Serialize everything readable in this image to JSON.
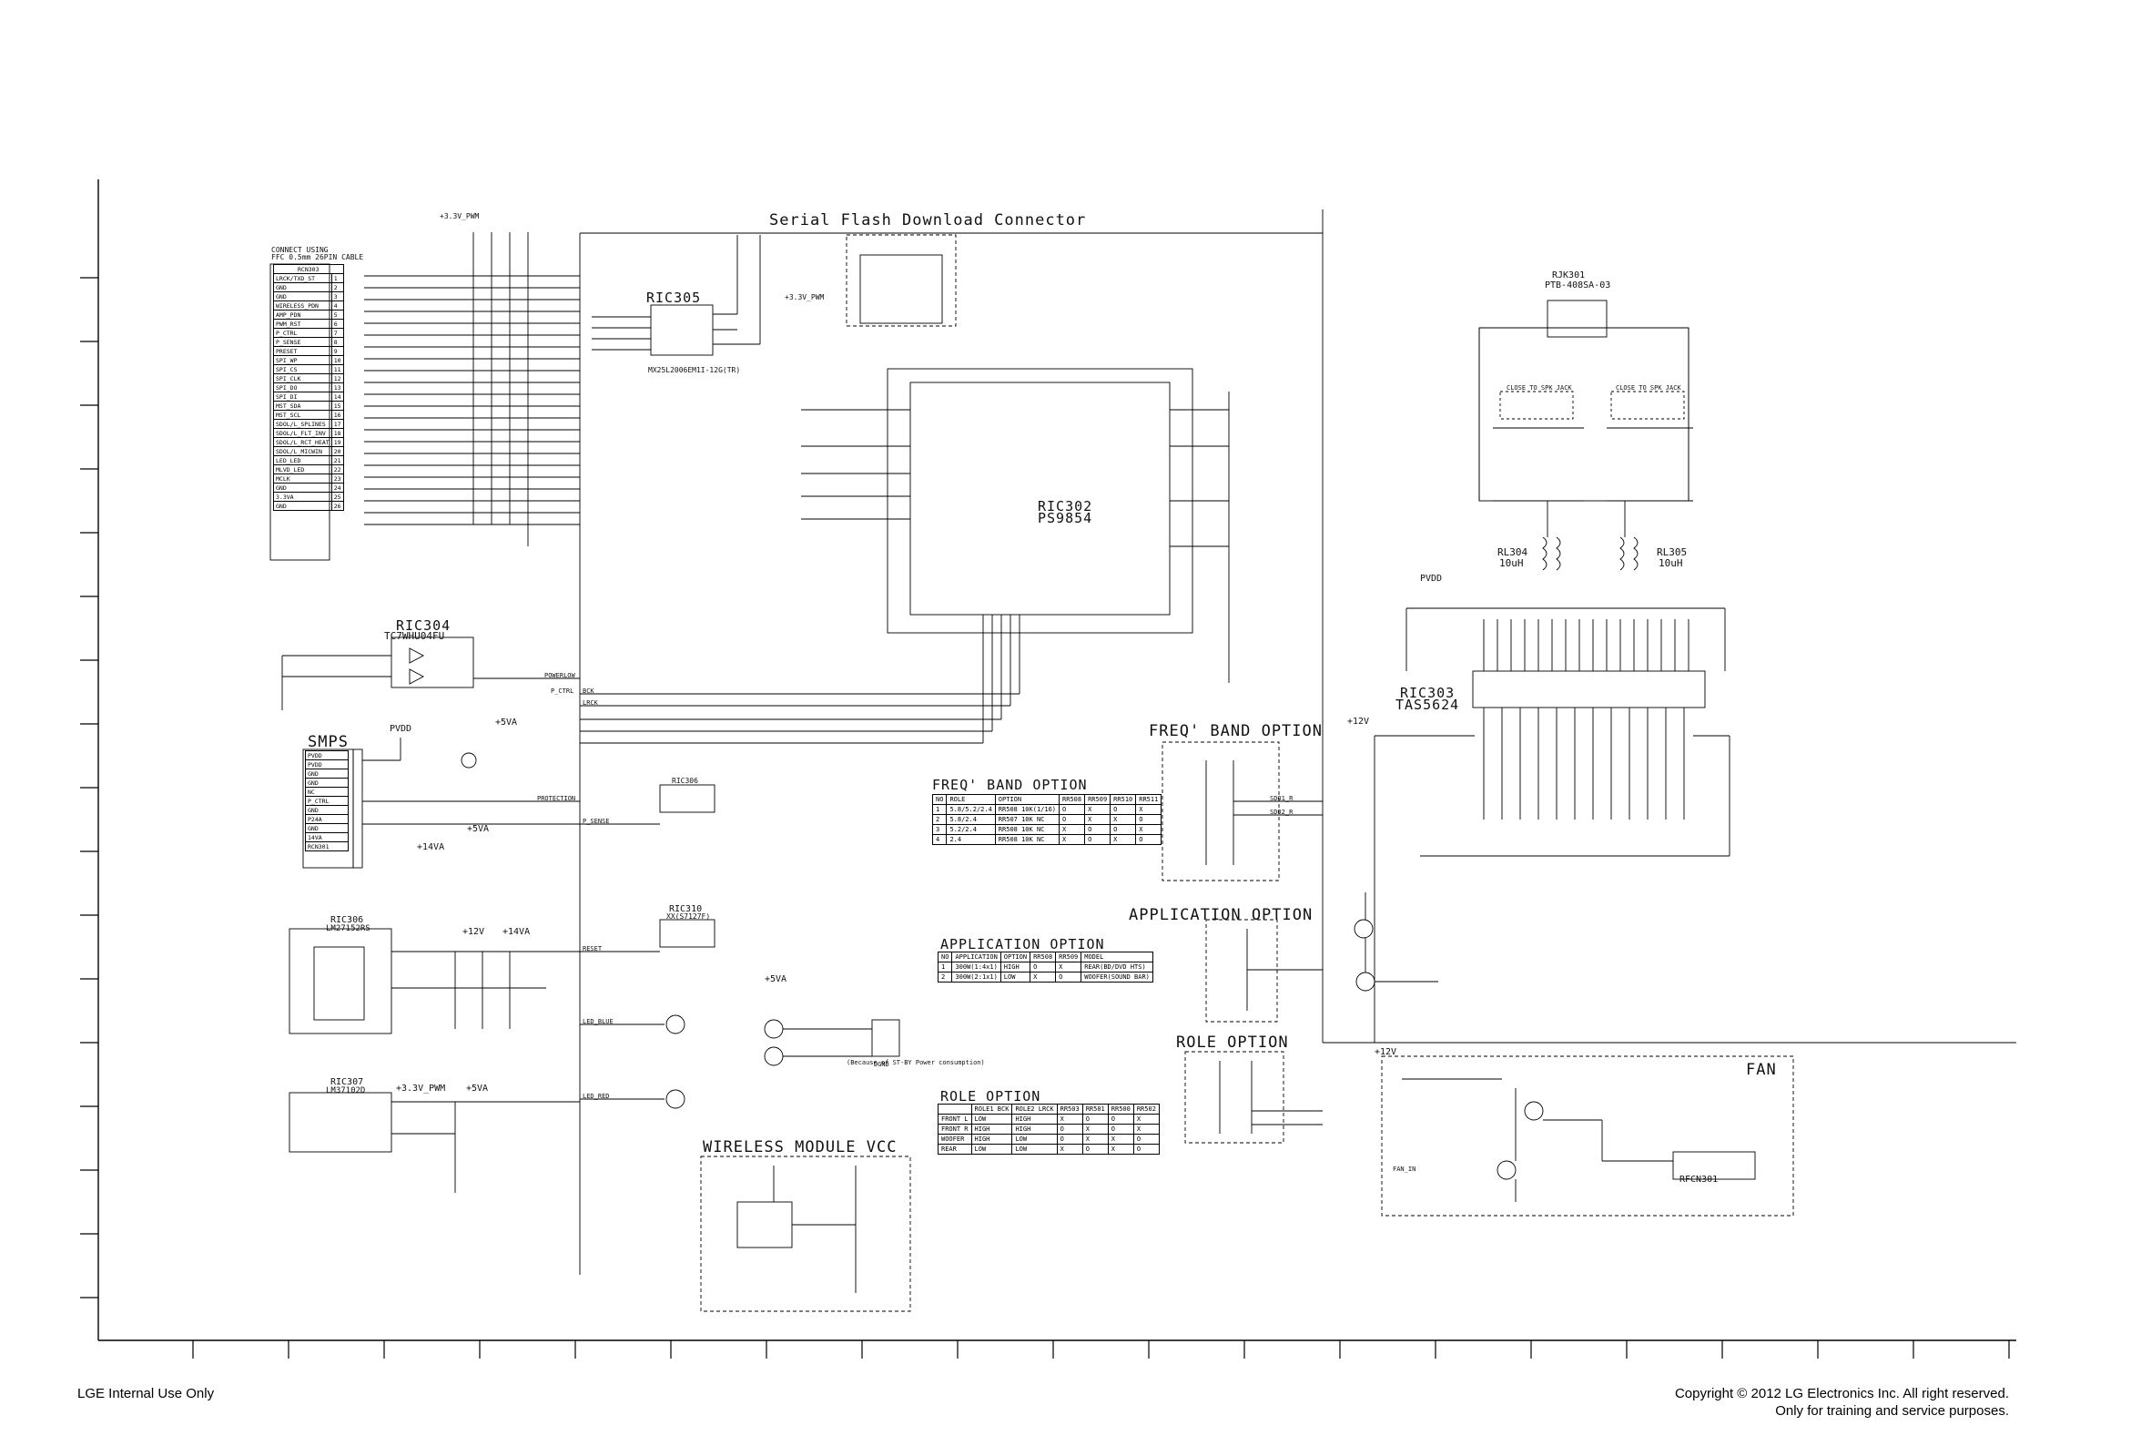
{
  "sections": {
    "serial_flash": "Serial Flash Download Connector",
    "smps": "SMPS",
    "freq_band_right": "FREQ' BAND OPTION",
    "freq_band_table": "FREQ' BAND OPTION",
    "application_right": "APPLICATION OPTION",
    "application_table": "APPLICATION OPTION",
    "role_right": "ROLE OPTION",
    "role_table": "ROLE OPTION",
    "wireless_vcc": "WIRELESS MODULE VCC",
    "fan": "FAN"
  },
  "chips": {
    "ric305": "RIC305",
    "ric305_part": "MX25L2006EM1I-12G(TR)",
    "ric302": "RIC302",
    "ric302_part": "PS9854",
    "ric304": "RIC304",
    "ric304_part": "TC7WHU04FU",
    "ric303": "RIC303",
    "ric303_part": "TAS5624",
    "ric306": "RIC306",
    "ric306_part": "LM27152RS",
    "ric307": "RIC307",
    "ric307_part": "LM37102D",
    "ric310": "RIC310",
    "ric310_part": "XX(S7127F)",
    "rjk301": "RJK301",
    "rjk301_part": "PTB-408SA-03",
    "rl304": "RL304",
    "rl304_val": "10uH",
    "rl305": "RL305",
    "rl305_val": "10uH",
    "rfcn301": "RFCN301"
  },
  "connector": {
    "note1": "CONNECT USING",
    "note2": "FFC 0.5mm 26PIN CABLE",
    "header": "RCN303",
    "pins": [
      "LRCK/TXD_ST",
      "GND",
      "GND",
      "WIRELESS_PDN",
      "AMP_PDN",
      "PWM_RST",
      "P_CTRL",
      "P_SENSE",
      "PRESET",
      "SPI_WP",
      "SPI_CS",
      "SPI_CLK",
      "SPI_DO",
      "SPI_DI",
      "MST_SDA",
      "MST_SCL",
      "SDOL/L_SPLINES",
      "SDOL/L_FLT_INV",
      "SDOL/L_RCT_HEAT",
      "SDOL/L_MICWIN",
      "LED_LED",
      "MLVD_LED",
      "MCLK",
      "GND",
      "3.3VA",
      "GND"
    ]
  },
  "smps_pins": [
    "PVDD",
    "PVDD",
    "GND",
    "GND",
    "NC",
    "P_CTRL",
    "GND",
    "P24A",
    "GND",
    "14VA",
    "RCN301"
  ],
  "signals": {
    "v33_pwm_1": "+3.3V_PWM",
    "v33_pwm_2": "+3.3V_PWM",
    "v33_pwm_3": "+3.3V_PWM",
    "v5va_1": "+5VA",
    "v5va_2": "+5VA",
    "v5va_3": "+5VA",
    "v5va_4": "+5VA",
    "v14va_1": "+14VA",
    "v14va_2": "+14VA",
    "v12v_1": "+12V",
    "v12v_2": "+12V",
    "v12v_3": "+12V",
    "pvdd_1": "PVDD",
    "pvdd_2": "PVDD",
    "powerlow": "POWERLOW",
    "protection": "PROTECTION",
    "p_sense": "P_SENSE",
    "p_ctrl": "P_CTRL",
    "reset": "RESET",
    "led_blue": "LED_BLUE",
    "led_red": "LED_RED",
    "fan_in": "FAN_IN",
    "bck": "BCK",
    "lrck": "LRCK",
    "sdo1": "SDO1_R",
    "sdo2": "SDO2_R",
    "dgnd": "DGND"
  },
  "freq_table": {
    "headers": [
      "NO",
      "ROLE",
      "OPTION",
      "RR508",
      "RR509",
      "RR510",
      "RR511"
    ],
    "rows": [
      [
        "1",
        "5.8/5.2/2.4",
        "RR508 10K(1/16)",
        "O",
        "X",
        "O",
        "X"
      ],
      [
        "2",
        "5.8/2.4",
        "RR507 10K NC",
        "O",
        "X",
        "X",
        "O"
      ],
      [
        "3",
        "5.2/2.4",
        "RR508 10K NC",
        "X",
        "O",
        "O",
        "X"
      ],
      [
        "4",
        "2.4",
        "RR508 10K NC",
        "X",
        "O",
        "X",
        "O"
      ]
    ]
  },
  "app_table": {
    "headers": [
      "NO",
      "APPLICATION",
      "OPTION",
      "RR508",
      "RR509",
      "MODEL"
    ],
    "rows": [
      [
        "1",
        "300W(1:4x1)",
        "HIGH",
        "O",
        "X",
        "REAR(BD/DVD HTS)"
      ],
      [
        "2",
        "300W(2:1x1)",
        "LOW",
        "X",
        "O",
        "WOOFER(SOUND BAR)"
      ]
    ]
  },
  "role_table": {
    "headers": [
      "",
      "ROLE1 BCK",
      "ROLE2 LRCK",
      "RR503",
      "RR501",
      "RR500",
      "RR502"
    ],
    "rows": [
      [
        "FRONT L",
        "LOW",
        "HIGH",
        "X",
        "O",
        "O",
        "X"
      ],
      [
        "FRONT R",
        "HIGH",
        "HIGH",
        "O",
        "X",
        "O",
        "X"
      ],
      [
        "WOOFER",
        "HIGH",
        "LOW",
        "O",
        "X",
        "X",
        "O"
      ],
      [
        "REAR",
        "LOW",
        "LOW",
        "X",
        "O",
        "X",
        "O"
      ]
    ]
  },
  "notes": {
    "led_note": "(Because of ST-BY Power consumption)",
    "close_spk1": "CLOSE TO SPK JACK",
    "close_spk2": "CLOSE TO SPK JACK"
  },
  "footer": {
    "left": "LGE Internal Use Only",
    "right1": "Copyright © 2012 LG Electronics Inc. All right reserved.",
    "right2": "Only for training and service purposes."
  }
}
